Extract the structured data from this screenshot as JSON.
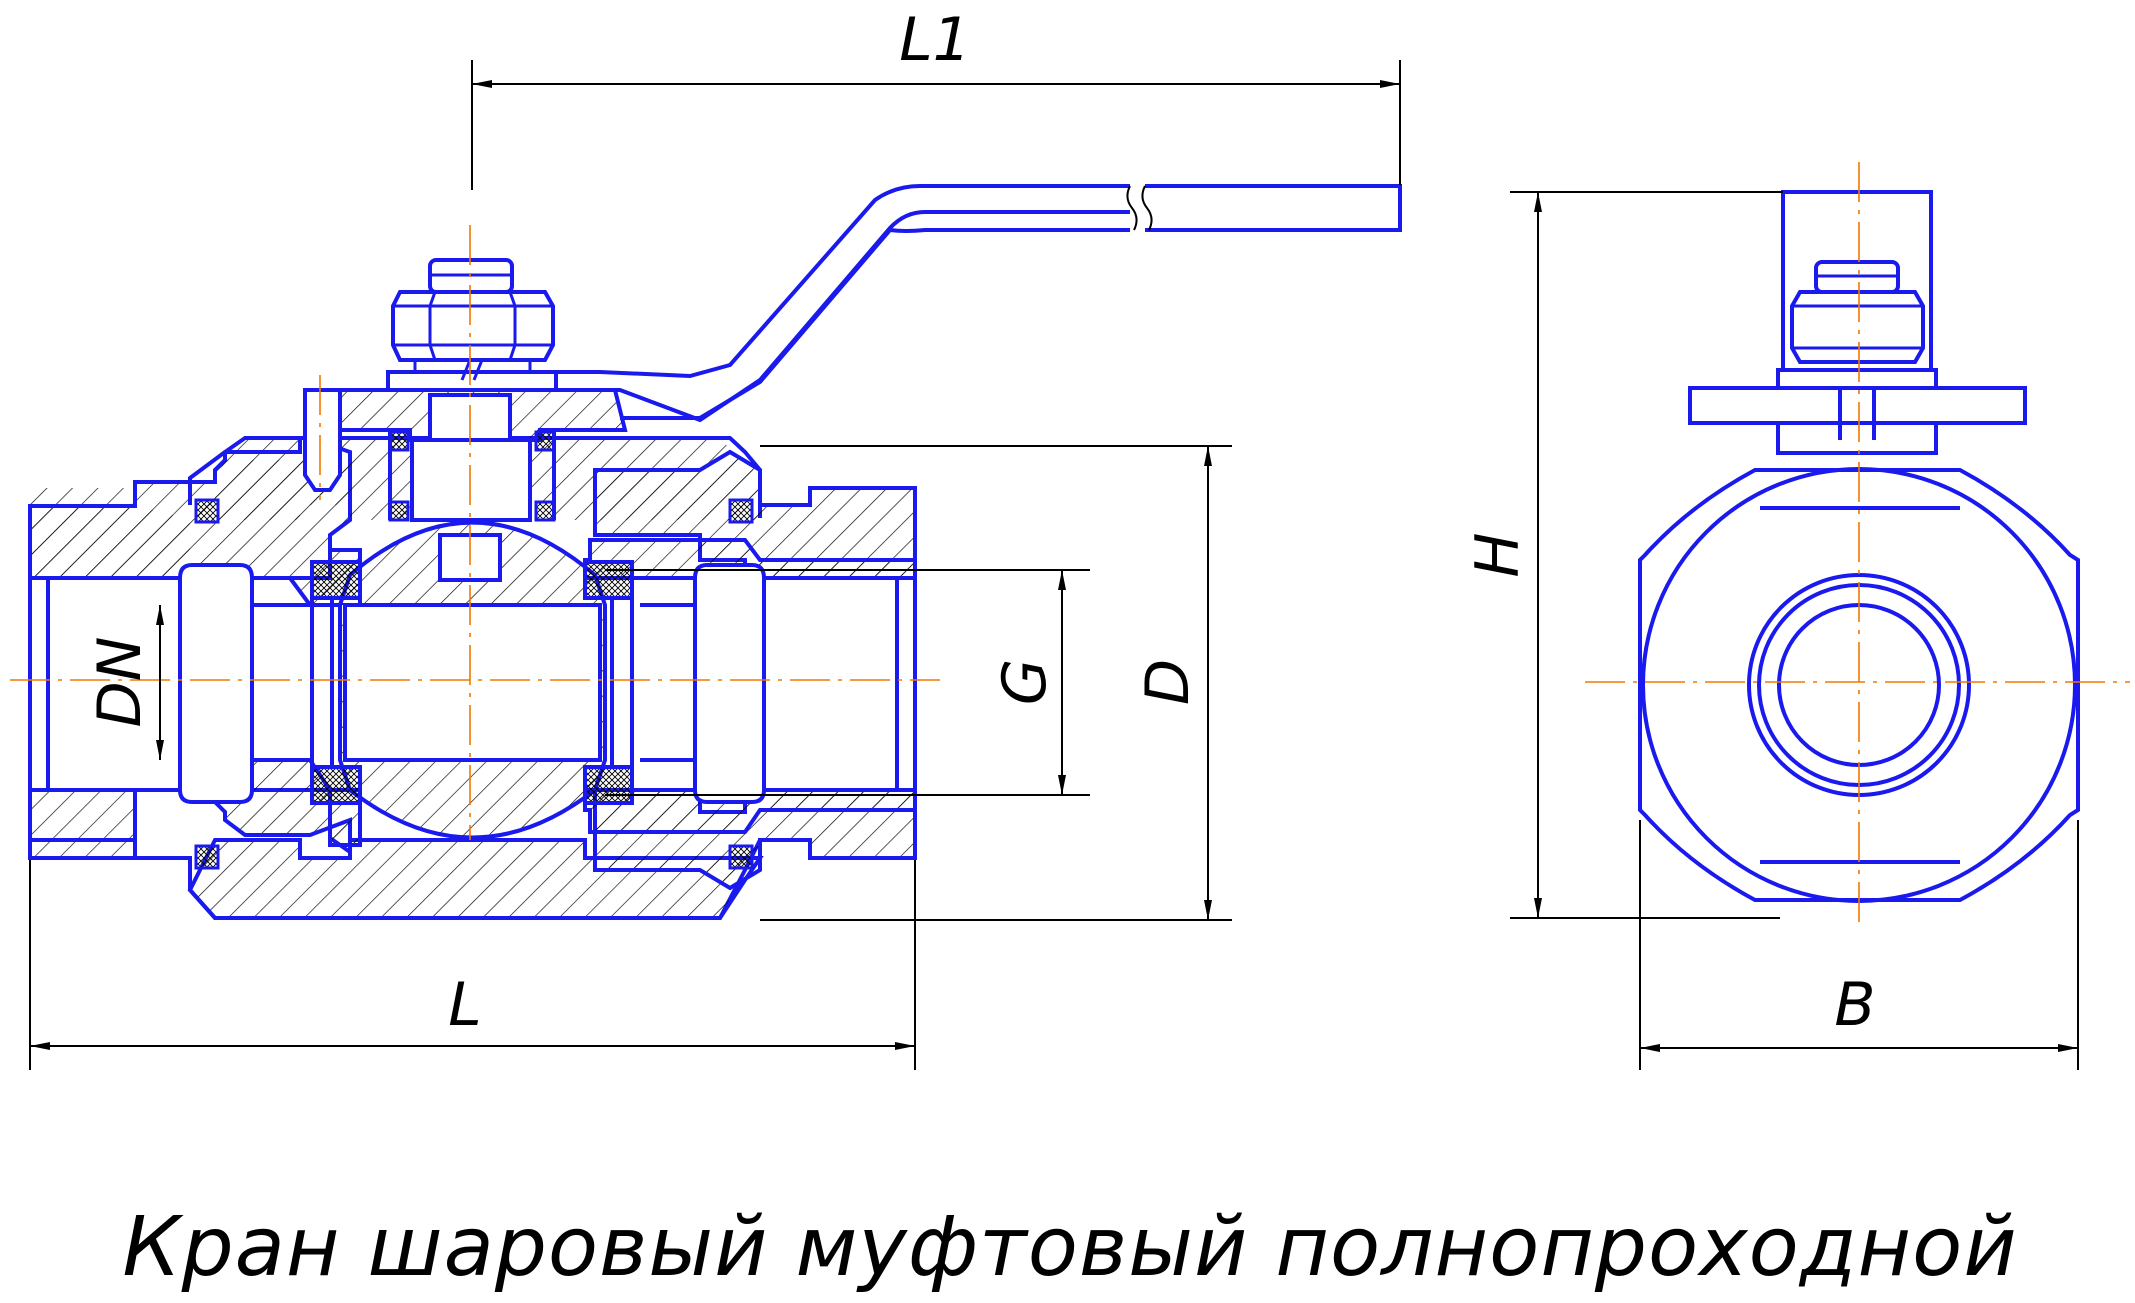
{
  "caption": "Кран шаровый муфтовый полнопроходной",
  "dimensions": {
    "L1": "L1",
    "L": "L",
    "DN": "DN",
    "G": "G",
    "D": "D",
    "H": "H",
    "B": "B"
  },
  "colors": {
    "outline": "#1a1aee",
    "dimension": "#000000",
    "centerline": "#f07800",
    "hatch": "#000000",
    "background": "#ffffff"
  }
}
